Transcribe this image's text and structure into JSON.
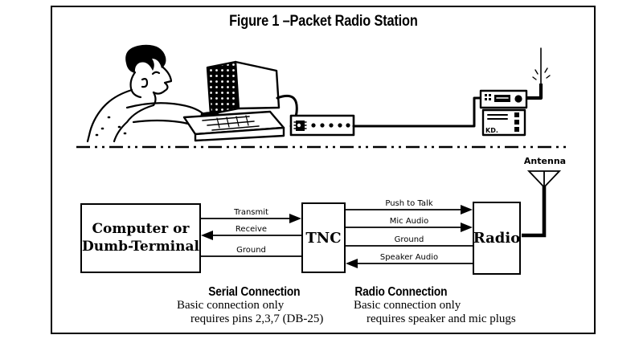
{
  "colors": {
    "ink": "#000000",
    "paper": "#ffffff"
  },
  "figure": {
    "title": "Figure 1 –Packet Radio Station"
  },
  "illustration": {
    "radio_text": "KD."
  },
  "diagram": {
    "antenna_label": "Antenna",
    "computer_box": {
      "line1": "Computer or",
      "line2": "Dumb-Terminal"
    },
    "tnc_box": {
      "label": "TNC"
    },
    "radio_box": {
      "label": "Radio"
    },
    "serial_links": [
      {
        "label": "Transmit",
        "direction": "right"
      },
      {
        "label": "Receive",
        "direction": "left"
      },
      {
        "label": "Ground",
        "direction": "none"
      }
    ],
    "radio_links": [
      {
        "label": "Push to Talk",
        "direction": "right"
      },
      {
        "label": "Mic Audio",
        "direction": "right"
      },
      {
        "label": "Ground",
        "direction": "none"
      },
      {
        "label": "Speaker Audio",
        "direction": "left"
      }
    ]
  },
  "notes": {
    "serial": {
      "heading": "Serial Connection",
      "line1": "Basic connection only",
      "line2": "requires pins 2,3,7 (DB-25)"
    },
    "radio": {
      "heading": "Radio Connection",
      "line1": "Basic connection only",
      "line2": "requires speaker and mic plugs"
    }
  }
}
